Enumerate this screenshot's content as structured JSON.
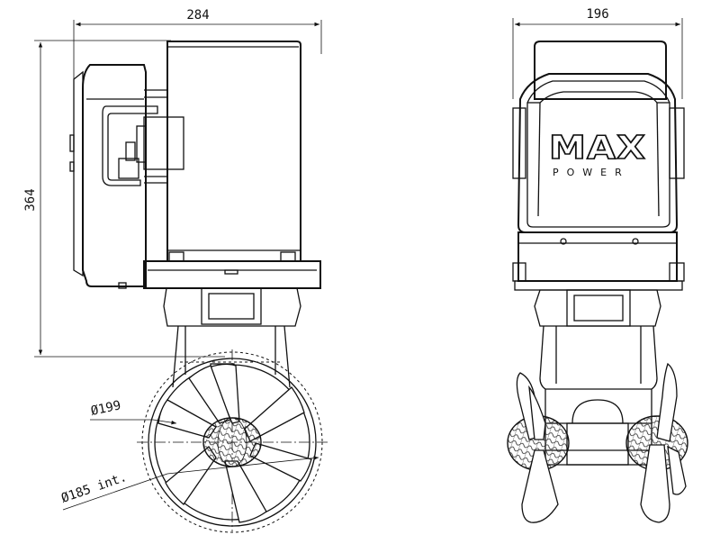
{
  "dimensions": {
    "side_width": "284",
    "height": "364",
    "front_width": "196",
    "outer_diameter": "Ø199",
    "inner_diameter": "Ø185 int."
  },
  "logo": {
    "main": "MAX",
    "sub": "POWER"
  }
}
